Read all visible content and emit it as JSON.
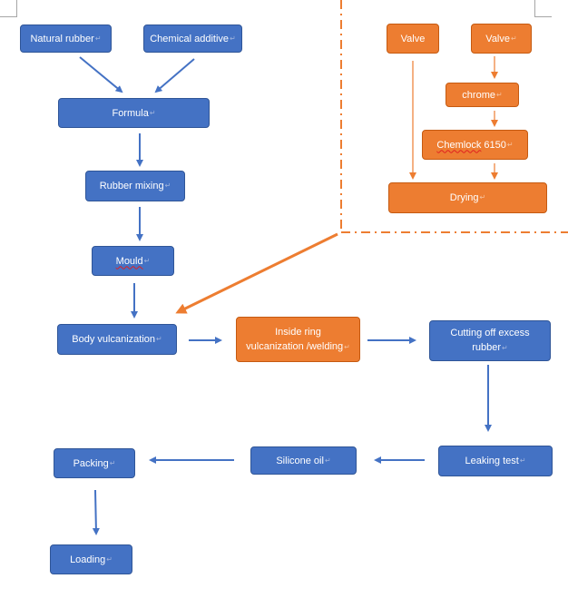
{
  "colors": {
    "blue_fill": "#4472c4",
    "orange_fill": "#ed7d31",
    "blue_arrow": "#4472c4",
    "orange_arrow": "#ed7d31",
    "divider": "#ed7d31"
  },
  "nodes": {
    "natural_rubber": "Natural rubber",
    "chemical_additive": "Chemical additive",
    "formula": "Formula",
    "rubber_mixing": "Rubber mixing",
    "mould": "Mould",
    "body_vulcanization": "Body vulcanization",
    "inside_ring_line1": "Inside ring",
    "inside_ring_line2": "vulcanization /welding",
    "cutting_line1": "Cutting off excess",
    "cutting_line2": "rubber",
    "leaking_test": "Leaking test",
    "silicone_oil": "Silicone oil",
    "packing": "Packing",
    "loading": "Loading",
    "valve_left": "Valve",
    "valve_right": "Valve",
    "chrome": "chrome",
    "chemlock_word": "Chemlock",
    "chemlock_num": "6150",
    "drying": "Drying"
  },
  "paragraph_mark": "↵"
}
